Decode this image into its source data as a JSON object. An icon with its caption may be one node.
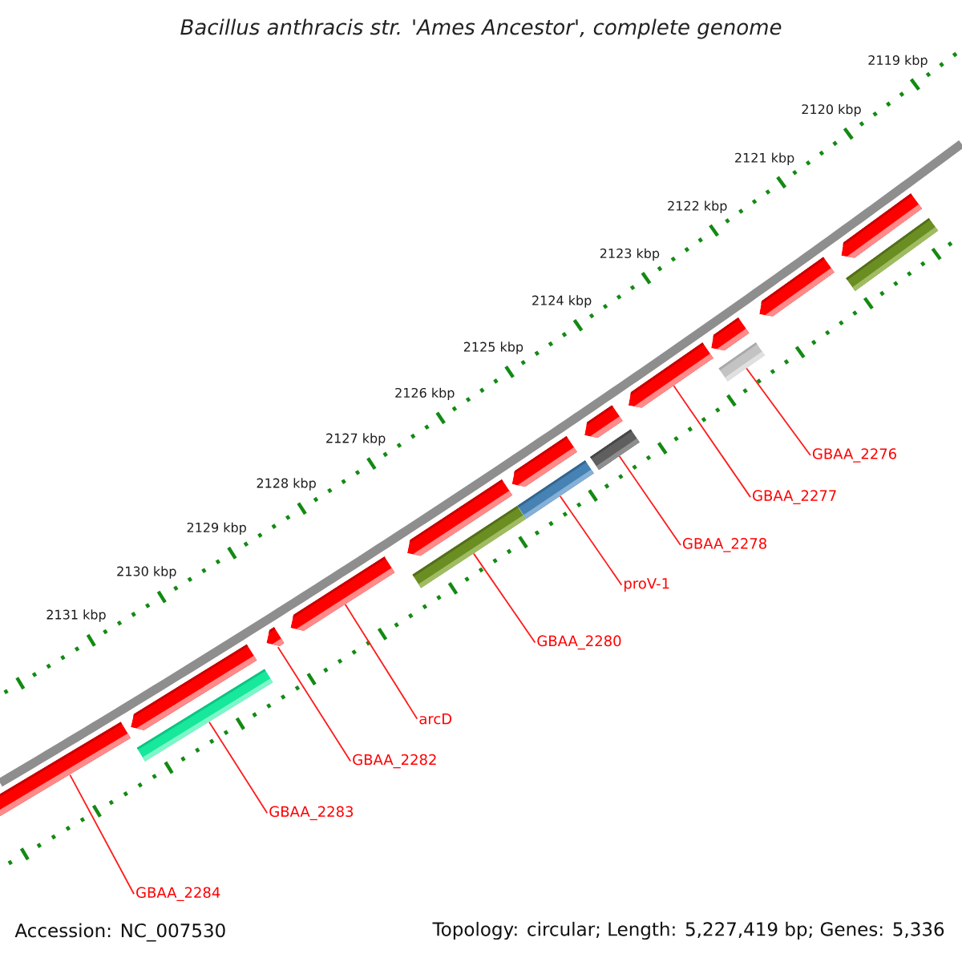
{
  "diagram": {
    "title": "Bacillus anthracis str. 'Ames Ancestor', complete genome",
    "nodes": [
      {
        "text": [],
        "shape": "pentagon"
      },
      {
        "text": [],
        "shape": "pentagon"
      },
      {
        "text": [],
        "shape": "pentagon"
      },
      {
        "text": [],
        "shape": "pentagon"
      },
      {
        "text": [],
        "shape": "pentagon"
      },
      {
        "text": [],
        "shape": "pentagon"
      },
      {
        "text": [],
        "shape": "pentagon"
      },
      {
        "text": [],
        "shape": "pentagon"
      },
      {
        "text": [],
        "shape": "pentagon"
      },
      {
        "text": [],
        "shape": "pentagon"
      },
      {
        "text": [],
        "shape": "pentagon"
      },
      {
        "text": [],
        "shape": "bar"
      },
      {
        "text": [],
        "shape": "bar"
      },
      {
        "text": [],
        "shape": "bar"
      },
      {
        "text": [],
        "shape": "bar"
      },
      {
        "text": [],
        "shape": "bar"
      },
      {
        "text": [],
        "shape": "bar"
      },
      {
        "text": [
          "GBAA_2276"
        ]
      },
      {
        "text": [
          "GBAA_2277"
        ]
      },
      {
        "text": [
          "GBAA_2278"
        ]
      },
      {
        "text": [
          "proV-1"
        ]
      },
      {
        "text": [
          "GBAA_2280"
        ]
      },
      {
        "text": [
          "arcD"
        ]
      },
      {
        "text": [
          "GBAA_2282"
        ]
      },
      {
        "text": [
          "GBAA_2283"
        ]
      },
      {
        "text": [
          "GBAA_2284"
        ]
      }
    ],
    "edges": [
      {
        "from": 17,
        "to": 12,
        "arrow": "none"
      },
      {
        "from": 18,
        "to": 3,
        "arrow": "none"
      },
      {
        "from": 19,
        "to": 13,
        "arrow": "none"
      },
      {
        "from": 20,
        "to": 14,
        "arrow": "none"
      },
      {
        "from": 21,
        "to": 15,
        "arrow": "none"
      },
      {
        "from": 22,
        "to": 7,
        "arrow": "none"
      },
      {
        "from": 23,
        "to": 8,
        "arrow": "none"
      },
      {
        "from": 24,
        "to": 16,
        "arrow": "none"
      },
      {
        "from": 25,
        "to": 10,
        "arrow": "none"
      }
    ],
    "labels": [
      "2119 kbp",
      "2120 kbp",
      "2121 kbp",
      "2122 kbp",
      "2123 kbp",
      "2124 kbp",
      "2125 kbp",
      "2126 kbp",
      "2127 kbp",
      "2128 kbp",
      "2129 kbp",
      "2130 kbp",
      "2131 kbp",
      "Accession: NC_007530",
      "Topology: circular; Length: 5,227,419 bp; Genes: 5,336"
    ]
  }
}
